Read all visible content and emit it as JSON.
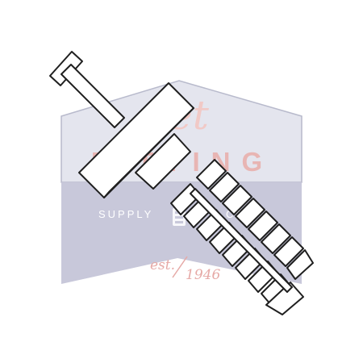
{
  "watermark": {
    "logo_text": "Jet",
    "brand": "FITTING",
    "tagline_left": "SUPPLY",
    "tagline_right": "CO",
    "est_label": "est.",
    "est_year": "1946",
    "colors": {
      "badge_top": "#e4e5ee",
      "badge_bottom": "#c8c8da",
      "badge_outline": "#b8bacc",
      "script_text": "#f1c9c6",
      "brand_text": "#e8b5b3",
      "tagline_text": "#ffffff",
      "est_text": "#e6a9a6"
    }
  },
  "product": {
    "icon": "plastic-wall-anchor-with-pin-icon",
    "colors": {
      "outline": "#1f1f1f",
      "fill": "#ffffff"
    }
  }
}
